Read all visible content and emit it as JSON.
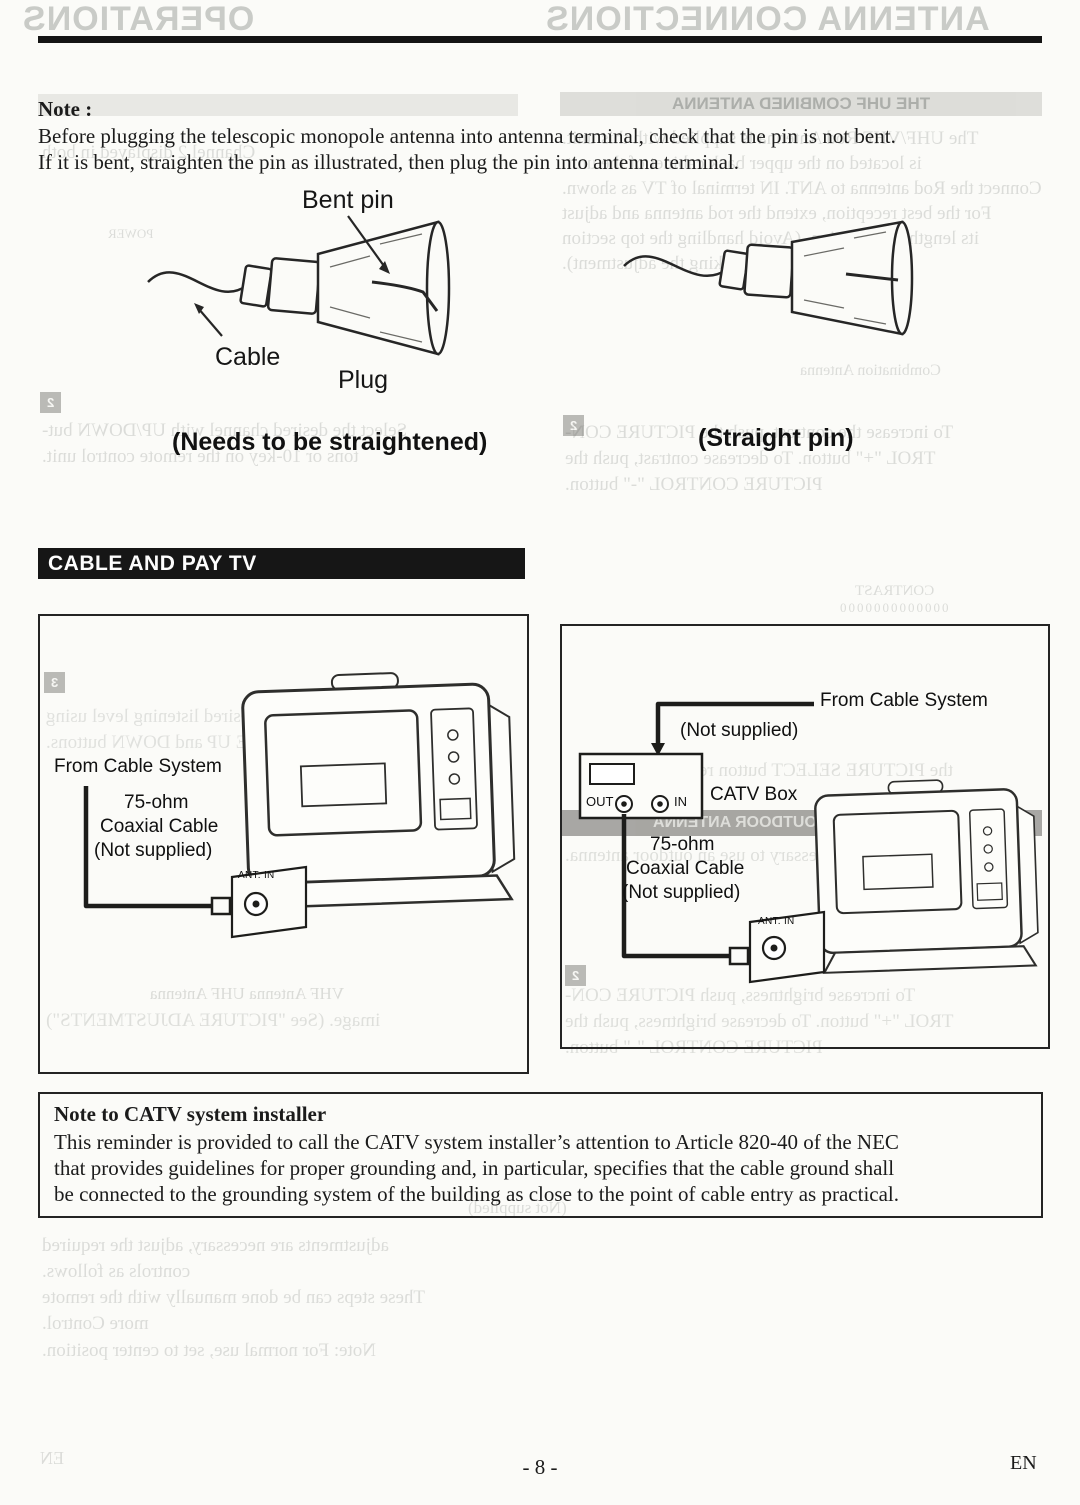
{
  "page": {
    "number": "- 8 -",
    "lang": "EN"
  },
  "note": {
    "heading": "Note :",
    "line1": "Before plugging the telescopic monopole antenna into antenna terminal, check that the pin is not bent.",
    "line2": "If it is bent, straighten the pin as illustrated, then plug the pin into antenna terminal."
  },
  "pins": {
    "bent_label": "Bent pin",
    "cable_label": "Cable",
    "plug_label": "Plug",
    "bent_caption": "(Needs to be straightened)",
    "straight_caption": "(Straight pin)"
  },
  "section": {
    "title": "CABLE AND PAY TV"
  },
  "left_diagram": {
    "from_cable": "From Cable System",
    "coax1": "75-ohm",
    "coax2": "Coaxial Cable",
    "coax3": "(Not supplied)",
    "ant_in": "ANT. IN"
  },
  "right_diagram": {
    "from_cable": "From Cable System",
    "not_supplied": "(Not supplied)",
    "catv_box": "CATV Box",
    "out": "OUT",
    "in": "IN",
    "coax1": "75-ohm",
    "coax2": "Coaxial Cable",
    "coax3": "(Not supplied)",
    "ant_in": "ANT. IN"
  },
  "installer_note": {
    "heading": "Note to CATV system installer",
    "line1": "This reminder is provided to call the CATV system installer’s attention to Article 820-40 of the NEC",
    "line2": "that provides guidelines for proper grounding and, in particular, specifies that the cable ground shall",
    "line3": "be connected to the grounding system of the building as close to the point of cable entry as practical."
  },
  "ghost": {
    "header_left": "OPERATIONS",
    "header_right": "ANTENNA CONNECTIONS",
    "bar_right": "THE UHF COMBINED ANTENNA",
    "bar_mid_right": "HOW TO USE AN OUTDOOR ANTENNA",
    "squares": [
      "2",
      "3",
      "2",
      "2"
    ],
    "lines": [
      "The UHF/VHF Rod Antenna is supplied with this unit.",
      "is located on the upper back cabinet of the unit.",
      "Connect the Rod antenna to ANT. IN terminal of TV as shown.",
      "For the best reception, extend the rod antenna and adjust",
      "its length and position. (Avoid handling the top section",
      "when making the adjustment).",
      "Select the desired channel with UP/DOWN but-",
      "tons or 10-key on the remote control unit.",
      "To increase the contrast, push the PICTURE CON-",
      "TROL \"+\" button. To decrease contrast, push the",
      "PICTURE CONTROL \"-\" button.",
      "Combination Antenna",
      "CONTRAST",
      "0000000000000",
      "Adjust the volume to desired listening level using",
      "VOLUME UP and DOWN buttons.",
      "VHF Antenna        UHF Antenna",
      "image. (See \"PICTURE ADJUSTMENTS\")",
      "the PICTURE SELECT button repeatedly until",
      "In some areas it will be necessary to use an outdoor antenna.",
      "To increase brightness, push PICTURE CON-",
      "TROL \"+\" button. To decrease brightness, push the",
      "PICTURE CONTROL \"-\" button.",
      "adjustments are necessary, adjust the required",
      "controls as follows.",
      "These steps can be done manually with the remote",
      "more Control.",
      "Note: For normal use, set to center position.",
      "(Not supplied)",
      "EN",
      "POWER",
      "Channel 2 displayed in both"
    ]
  }
}
